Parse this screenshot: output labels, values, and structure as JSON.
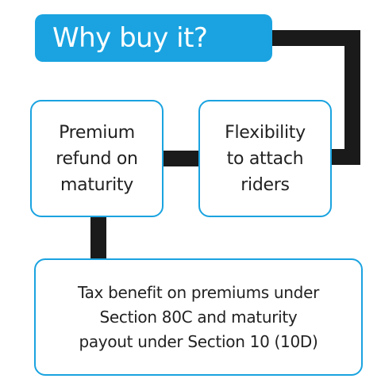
{
  "title": "Why buy it?",
  "boxes": {
    "premium_refund": [
      "Premium",
      "refund on",
      "maturity"
    ],
    "flexibility": [
      "Flexibility",
      "to attach",
      "riders"
    ],
    "tax_benefit": [
      "Tax benefit on premiums under",
      "Section 80C and maturity",
      "payout under Section 10 (10D)"
    ]
  },
  "colors": {
    "accent": "#1aa3e0",
    "connector": "#1a1a1a",
    "text": "#222222",
    "title_text": "#ffffff"
  }
}
